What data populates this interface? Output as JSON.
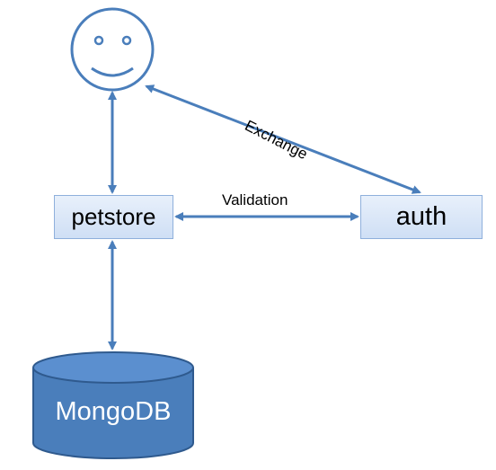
{
  "nodes": {
    "petstore": "petstore",
    "auth": "auth",
    "database": "MongoDB"
  },
  "edges": {
    "validation": "Validation",
    "exchange": "Exchange"
  },
  "colors": {
    "arrow": "#4a7ebb",
    "box_border": "#8fb0dc",
    "box_fill_top": "#e8f0fb",
    "box_fill_bottom": "#cfdff5",
    "database_fill": "#4a7ebb",
    "database_stroke": "#2f5a8e",
    "user_stroke": "#4a7ebb"
  },
  "icons": {
    "user": "smiley-face-icon",
    "database": "database-cylinder-icon"
  }
}
